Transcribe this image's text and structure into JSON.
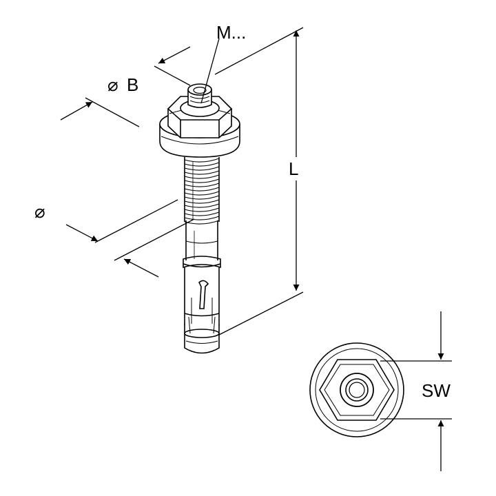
{
  "labels": {
    "thread": "M...",
    "washer_diameter": "B",
    "drill_diameter": "",
    "length": "L",
    "wrench_size": "SW"
  },
  "symbols": {
    "diameter_glyph": "⌀"
  },
  "colors": {
    "stroke": "#000000",
    "fill": "#ffffff",
    "shade": "#e9e9e9"
  }
}
